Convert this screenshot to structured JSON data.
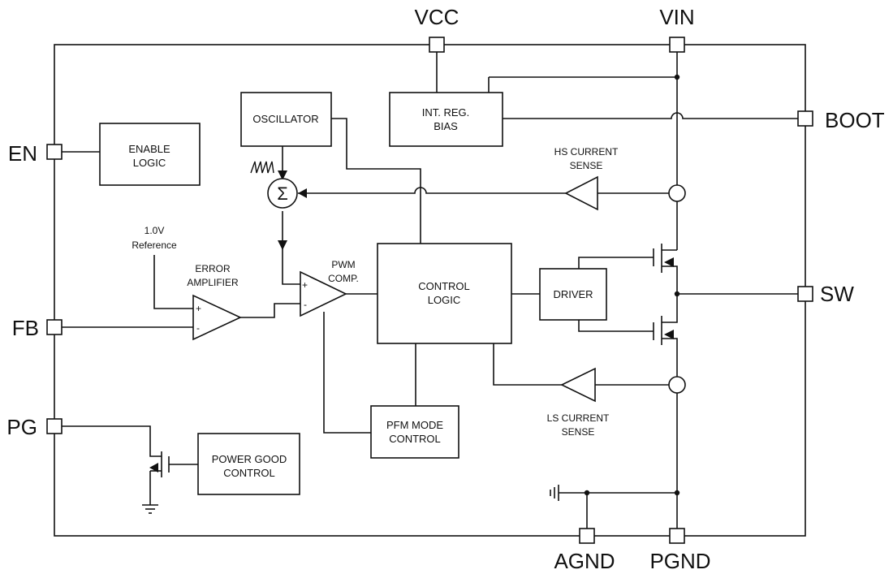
{
  "pins": {
    "vcc": "VCC",
    "vin": "VIN",
    "boot": "BOOT",
    "en": "EN",
    "sw": "SW",
    "fb": "FB",
    "pg": "PG",
    "agnd": "AGND",
    "pgnd": "PGND"
  },
  "blocks": {
    "oscillator": [
      "OSCILLATOR"
    ],
    "int_reg": [
      "INT. REG.",
      "BIAS"
    ],
    "enable_logic": [
      "ENABLE",
      "LOGIC"
    ],
    "control_logic": [
      "CONTROL",
      "LOGIC"
    ],
    "driver": [
      "DRIVER"
    ],
    "pfm_mode_control": [
      "PFM MODE",
      "CONTROL"
    ],
    "power_good_control": [
      "POWER GOOD",
      "CONTROL"
    ]
  },
  "labels": {
    "hs_current_sense": [
      "HS CURRENT",
      "SENSE"
    ],
    "ls_current_sense": [
      "LS CURRENT",
      "SENSE"
    ],
    "reference": [
      "1.0V",
      "Reference"
    ],
    "error_amplifier": [
      "ERROR",
      "AMPLIFIER"
    ],
    "pwm_comp": [
      "PWM",
      "COMP."
    ],
    "summer_symbol": "Σ",
    "plus": "+",
    "minus": "-"
  }
}
